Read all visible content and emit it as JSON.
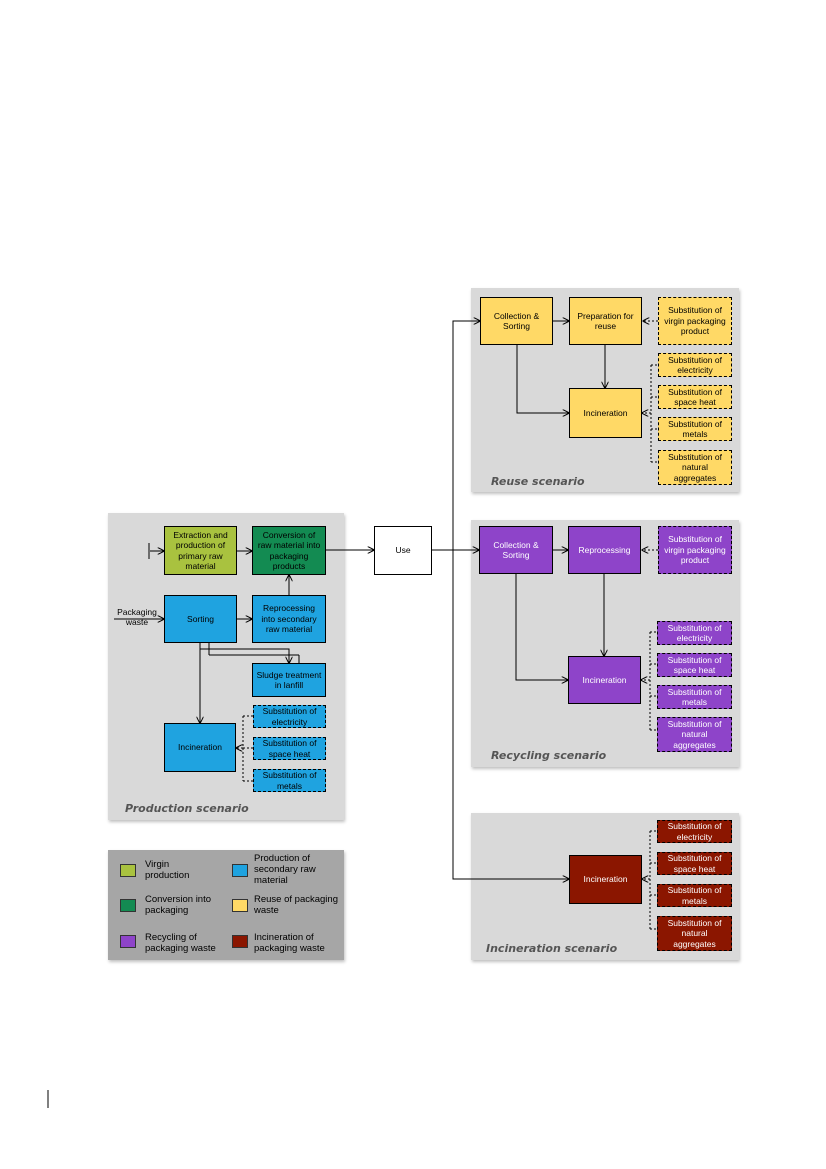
{
  "colors": {
    "virgin": "#a9c23f",
    "conversion": "#138b52",
    "secondary": "#1fa3e0",
    "reuse": "#ffd966",
    "recycling": "#8e44c9",
    "incineration": "#8b1600",
    "panel": "#d9d9d9",
    "legend_bg": "#a6a6a6"
  },
  "production": {
    "title": "Production scenario",
    "extraction": "Extraction and production of primary raw material",
    "conversion": "Conversion of raw material into packaging products",
    "packaging_waste": "Packaging waste",
    "sorting": "Sorting",
    "reprocessing": "Reprocessing into secondary raw material",
    "sludge": "Sludge treatment in lanfill",
    "incineration": "Incineration",
    "sub_electricity": "Substitution of electricity",
    "sub_heat": "Substitution of space heat",
    "sub_metals": "Substitution of metals"
  },
  "use": {
    "label": "Use"
  },
  "reuse": {
    "title": "Reuse scenario",
    "collection": "Collection & Sorting",
    "preparation": "Preparation for reuse",
    "sub_product": "Substitution of virgin packaging product",
    "incineration": "Incineration",
    "sub_electricity": "Substitution of electricity",
    "sub_heat": "Substitution of space heat",
    "sub_metals": "Substitution of metals",
    "sub_aggregates": "Substitution of natural aggregates"
  },
  "recycling": {
    "title": "Recycling scenario",
    "collection": "Collection & Sorting",
    "reprocessing": "Reprocessing",
    "sub_product": "Substitution of virgin packaging product",
    "incineration": "Incineration",
    "sub_electricity": "Substitution of electricity",
    "sub_heat": "Substitution of space heat",
    "sub_metals": "Substitution of metals",
    "sub_aggregates": "Substitution of natural aggregates"
  },
  "incin": {
    "title": "Incineration scenario",
    "incineration": "Incineration",
    "sub_electricity": "Substitution of electricity",
    "sub_heat": "Substitution of space heat",
    "sub_metals": "Substitution of metals",
    "sub_aggregates": "Substitution of natural aggregates"
  },
  "legend": {
    "virgin": "Virgin production",
    "secondary": "Production of secondary raw material",
    "conversion": "Conversion into packaging",
    "reuse": "Reuse of packaging waste",
    "recycling": "Recycling of packaging waste",
    "incineration": "Incineration of packaging waste"
  }
}
